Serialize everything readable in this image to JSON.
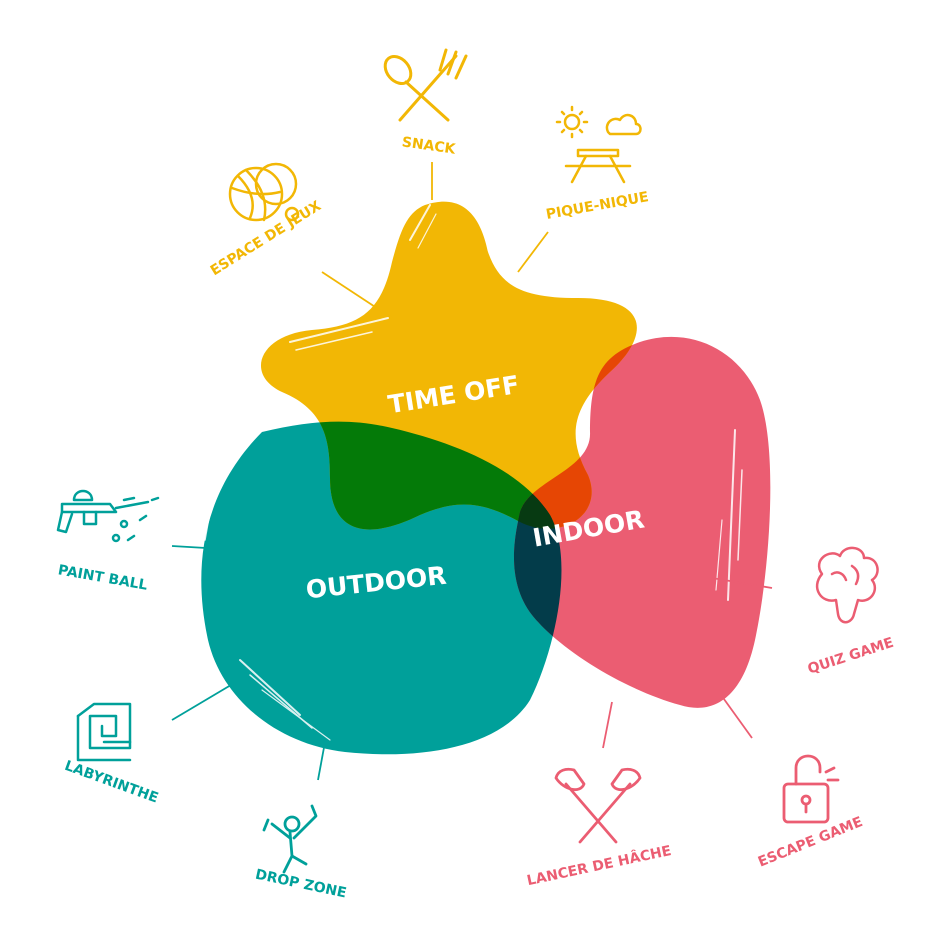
{
  "colors": {
    "time_off": "#f2b705",
    "outdoor": "#00a09a",
    "indoor": "#eb5d72",
    "overlap_time_outdoor": "#047a08",
    "overlap_time_indoor": "#e64604",
    "overlap_outdoor_indoor": "#033c4a",
    "overlap_all": "#073a12"
  },
  "groups": {
    "time_off": {
      "label": "TIME OFF",
      "activities": [
        {
          "label": "SNACK",
          "icon": "spoon-fork-icon"
        },
        {
          "label": "PIQUE-NIQUE",
          "icon": "picnic-table-icon"
        },
        {
          "label": "ESPACE DE JEUX",
          "icon": "petanque-balls-icon"
        }
      ]
    },
    "outdoor": {
      "label": "OUTDOOR",
      "activities": [
        {
          "label": "PAINT BALL",
          "icon": "paintball-gun-icon"
        },
        {
          "label": "LABYRINTHE",
          "icon": "maze-icon"
        },
        {
          "label": "DROP ZONE",
          "icon": "jumping-person-icon"
        }
      ]
    },
    "indoor": {
      "label": "INDOOR",
      "activities": [
        {
          "label": "QUIZ GAME",
          "icon": "brain-icon"
        },
        {
          "label": "ESCAPE GAME",
          "icon": "padlock-icon"
        },
        {
          "label": "LANCER DE HÂCHE",
          "icon": "crossed-axes-icon"
        }
      ]
    }
  }
}
